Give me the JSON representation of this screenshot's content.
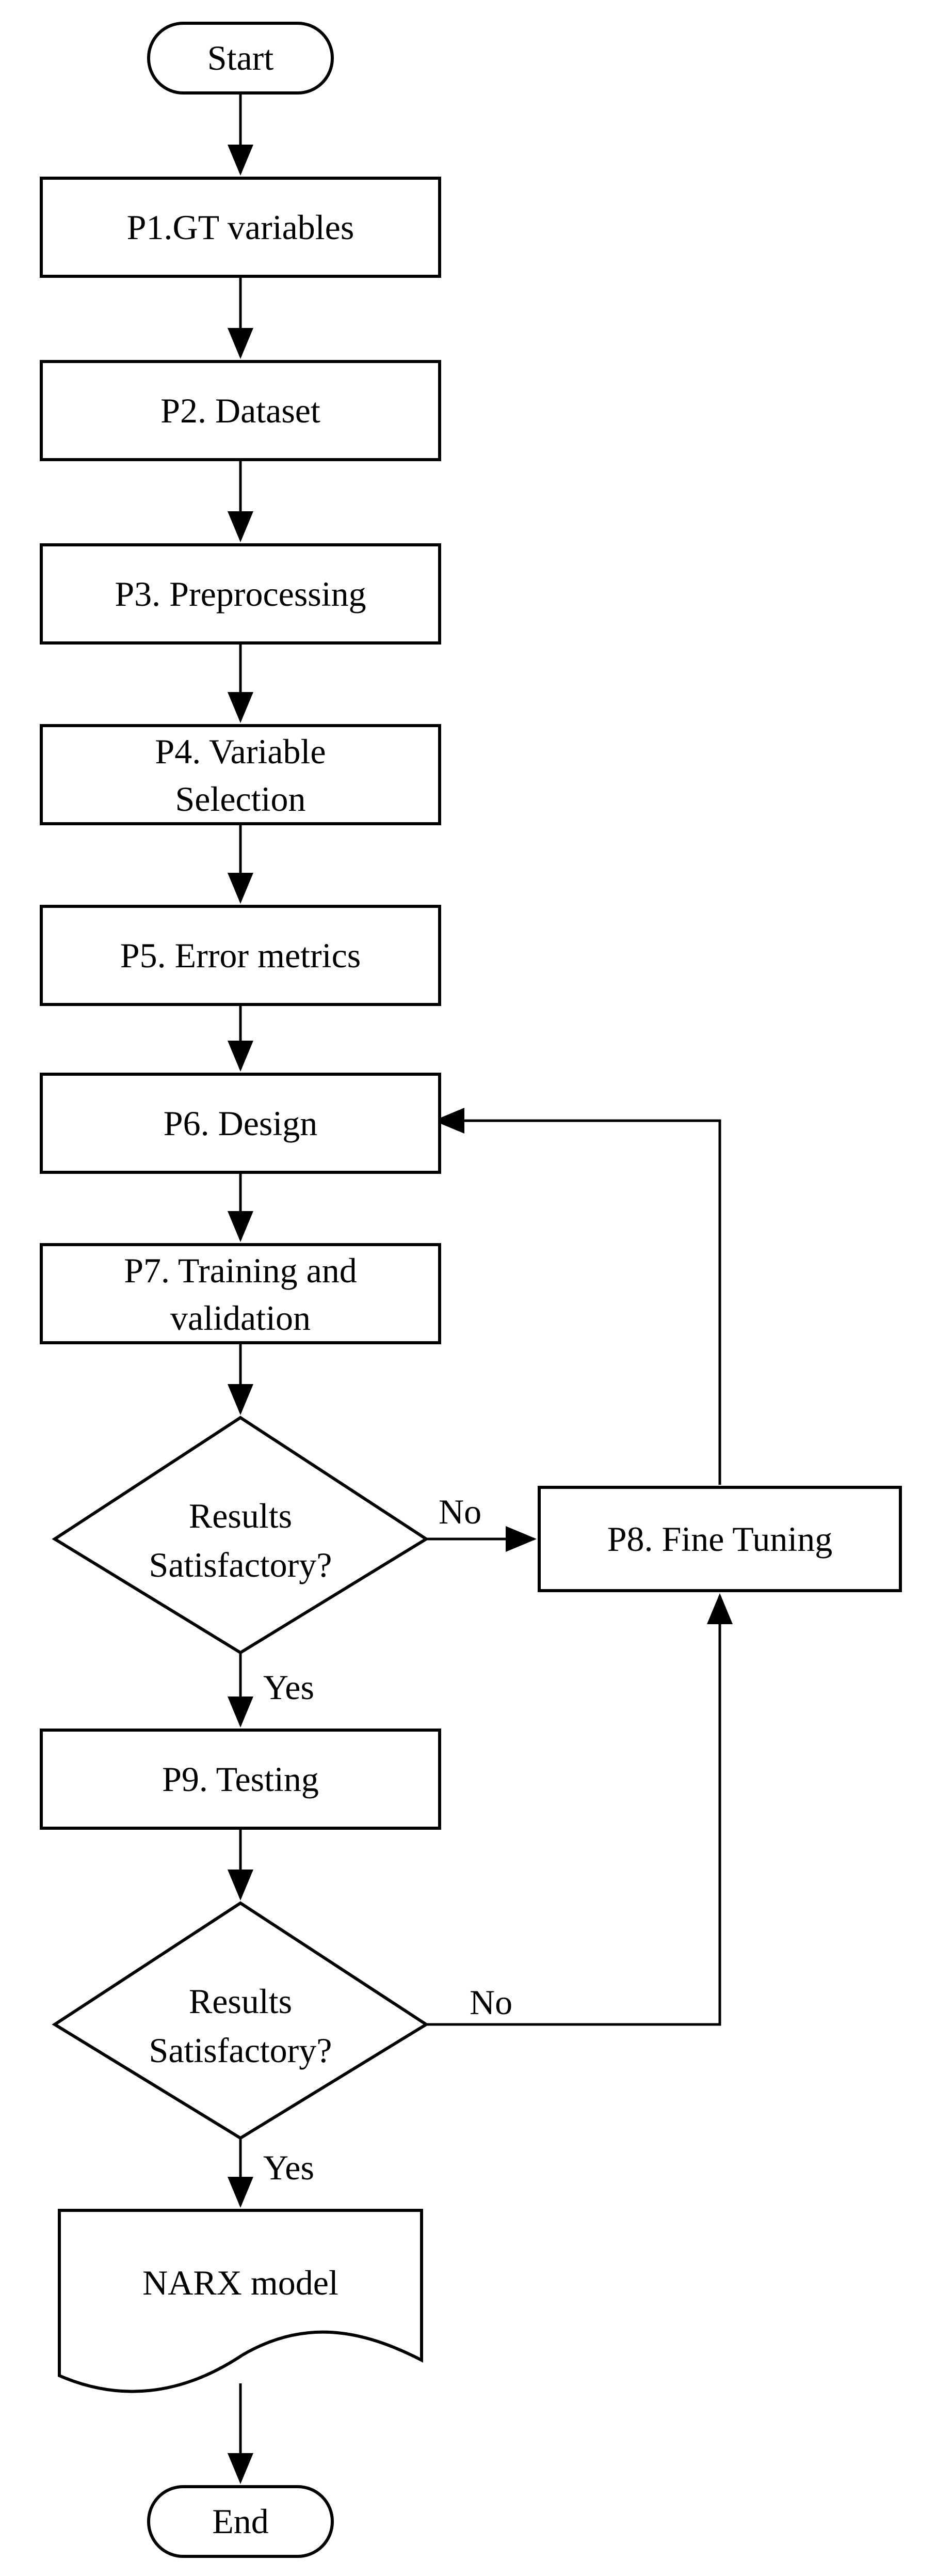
{
  "nodes": {
    "start": "Start",
    "p1": "P1.GT variables",
    "p2": "P2. Dataset",
    "p3": "P3. Preprocessing",
    "p4": {
      "line1": "P4. Variable",
      "line2": "Selection"
    },
    "p5": "P5. Error metrics",
    "p6": "P6. Design",
    "p7": {
      "line1": "P7. Training and",
      "line2": "validation"
    },
    "decision1": {
      "line1": "Results",
      "line2": "Satisfactory?"
    },
    "p8": "P8. Fine Tuning",
    "p9": "P9. Testing",
    "decision2": {
      "line1": "Results",
      "line2": "Satisfactory?"
    },
    "output": "NARX model",
    "end": "End"
  },
  "edge_labels": {
    "decision1_no": "No",
    "decision1_yes": "Yes",
    "decision2_no": "No",
    "decision2_yes": "Yes"
  }
}
